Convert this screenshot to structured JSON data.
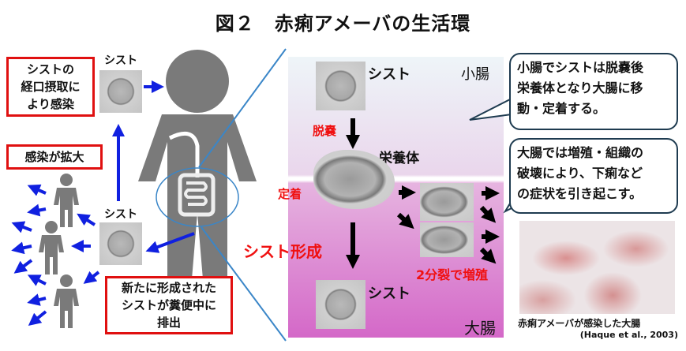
{
  "title": "図２　赤痢アメーバの生活環",
  "left": {
    "infection_box": [
      "シストの",
      "経口摂取に",
      "より感染"
    ],
    "cyst_label_top": "シスト",
    "spread_box": "感染が拡大",
    "cyst_label_bottom": "シスト",
    "excretion_box": [
      "新たに形成された",
      "シストが糞便中に",
      "排出"
    ]
  },
  "panel": {
    "cyst_top": "シスト",
    "small_intestine": "小腸",
    "excystation": "脱嚢",
    "trophozoite": "栄養体",
    "attachment": "定着",
    "encystation": "シスト形成",
    "binary_fission": "2分裂で増殖",
    "cyst_bottom": "シスト",
    "large_intestine": "大腸"
  },
  "callouts": [
    [
      "小腸でシストは脱嚢後",
      "栄養体となり大腸に移",
      "動・定着する。"
    ],
    [
      "大腸では増殖・組織の",
      "破壊により、下痢など",
      "の症状を引き起こす。"
    ]
  ],
  "photo": {
    "caption": "赤痢アメーバが感染した大腸",
    "citation": "(Haque et al., 2003)"
  },
  "colors": {
    "arrow_blue": "#1020e0",
    "box_red": "#e01010",
    "figure_gray": "#7a7a7a",
    "line_blue": "#3a86c8"
  }
}
